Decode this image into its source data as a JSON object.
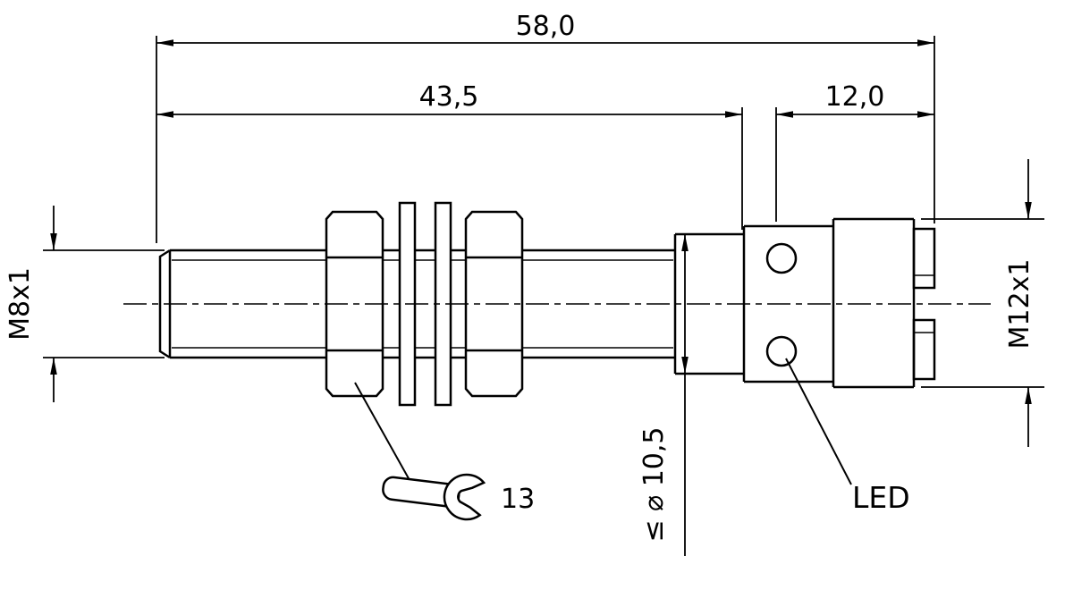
{
  "colors": {
    "line": "#000000",
    "background": "#ffffff"
  },
  "drawing": {
    "labels": {
      "overall_length": "58,0",
      "thread_length": "43,5",
      "connector_length": "12,0",
      "front_thread": "M8x1",
      "rear_thread": "M12x1",
      "max_diameter": "≤ ⌀ 10,5",
      "wrench_size": "13",
      "led": "LED"
    }
  }
}
